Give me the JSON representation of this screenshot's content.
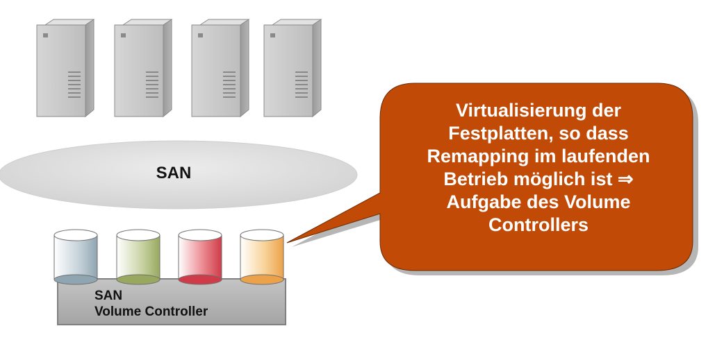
{
  "network": {
    "label": "SAN"
  },
  "controller": {
    "line1": "SAN",
    "line2": "Volume Controller"
  },
  "servers": [
    {
      "icon": "server-tower-icon"
    },
    {
      "icon": "server-tower-icon"
    },
    {
      "icon": "server-tower-icon"
    },
    {
      "icon": "server-tower-icon"
    }
  ],
  "disks": [
    {
      "icon": "disk-cylinder-icon",
      "color": "#9fb3bf"
    },
    {
      "icon": "disk-cylinder-icon",
      "color": "#a9b87a"
    },
    {
      "icon": "disk-cylinder-icon",
      "color": "#d9555f"
    },
    {
      "icon": "disk-cylinder-icon",
      "color": "#f2b55a"
    }
  ],
  "callout": {
    "lines": [
      "Virtualisierung der",
      "Festplatten, so dass",
      "Remapping im laufenden",
      "Betrieb möglich ist ⇒",
      "Aufgabe des Volume",
      "Controllers"
    ],
    "fill": "#c14b06"
  }
}
